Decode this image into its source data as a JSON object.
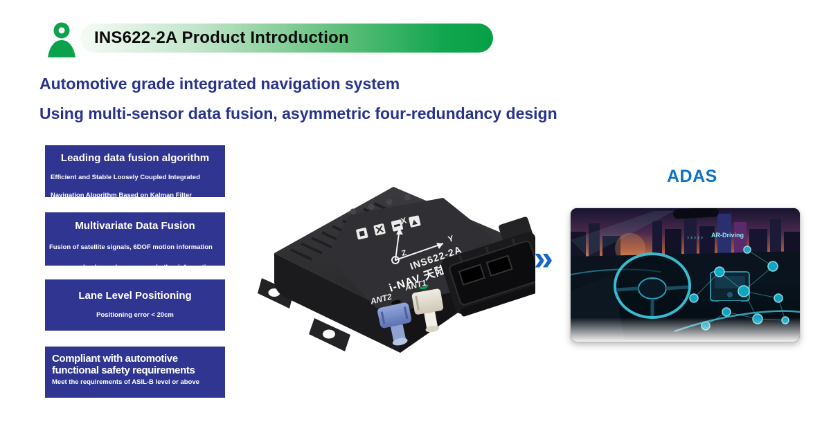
{
  "header": {
    "icon": "person-icon",
    "title": "INS622-2A Product Introduction"
  },
  "headlines": {
    "line1": "Automotive grade integrated navigation system",
    "line2": "Using multi-sensor data fusion, asymmetric four-redundancy design"
  },
  "features": [
    {
      "title": "Leading data fusion algorithm",
      "desc": [
        "Efficient and Stable Loosely Coupled Integrated",
        "Navigation Algorithm Based on Kalman Filter"
      ]
    },
    {
      "title": "Multivariate Data Fusion",
      "desc": [
        "Fusion of satellite signals, 6DOF motion information",
        "sensors, wheel speed sensors and other information"
      ]
    },
    {
      "title": "Lane Level Positioning",
      "desc": [
        "Positioning error < 20cm"
      ]
    },
    {
      "title": "Compliant with automotive functional safety requirements",
      "desc": [
        "Meet the requirements of ASIL-B level or above"
      ]
    }
  ],
  "device": {
    "model": "INS622-2A",
    "brand": "i-NAV 天陆通",
    "ant1_label": "ANT1",
    "ant2_label": "ANT2",
    "axis_x": "X",
    "axis_y": "Y",
    "axis_z": "Z"
  },
  "flow": {
    "arrow": "»"
  },
  "adas": {
    "label": "ADAS"
  },
  "car": {
    "overlay_label": "AR-Driving",
    "overlay_chevrons": "›››››"
  },
  "colors": {
    "accent_green": "#0CA14B",
    "heading_blue": "#28338E",
    "feature_bg": "#2F3590",
    "adas_blue": "#0B72C4",
    "arrow_blue": "#1565C1",
    "car_teal": "#39C6DA"
  }
}
